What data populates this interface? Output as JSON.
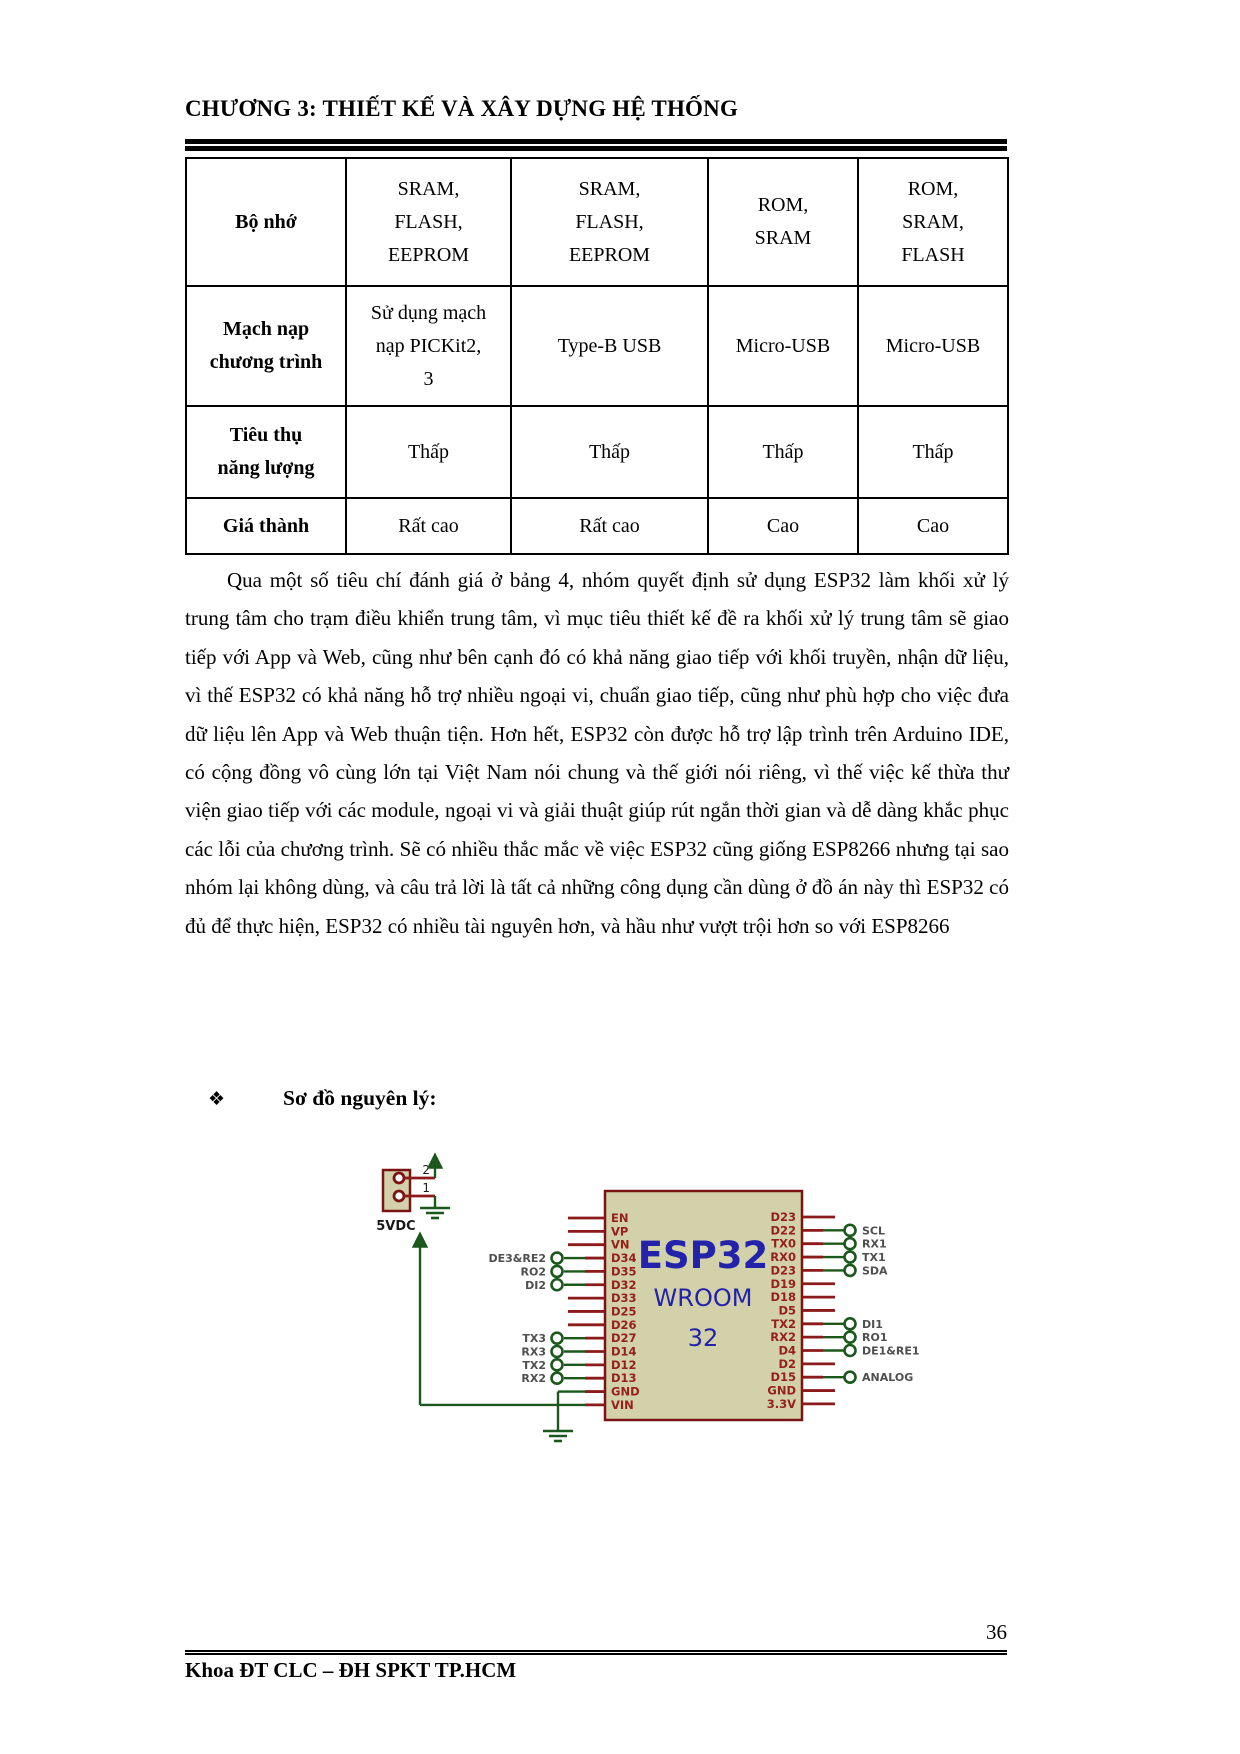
{
  "header": {
    "title": "CHƯƠNG 3: THIẾT KẾ VÀ XÂY DỰNG HỆ THỐNG"
  },
  "comparison_table": {
    "rows": [
      {
        "label": "Bộ nhớ",
        "cells": [
          "SRAM,\nFLASH,\nEEPROM",
          "SRAM,\nFLASH,\nEEPROM",
          "ROM,\nSRAM",
          "ROM,\nSRAM,\nFLASH"
        ]
      },
      {
        "label": "Mạch nạp\nchương trình",
        "cells": [
          "Sử dụng mạch\nnạp PICKit2,\n3",
          "Type-B USB",
          "Micro-USB",
          "Micro-USB"
        ]
      },
      {
        "label": "Tiêu thụ\nnăng lượng",
        "cells": [
          "Thấp",
          "Thấp",
          "Thấp",
          "Thấp"
        ]
      },
      {
        "label": "Giá thành",
        "cells": [
          "Rất cao",
          "Rất cao",
          "Cao",
          "Cao"
        ]
      }
    ]
  },
  "body_paragraph": "Qua một số tiêu chí đánh giá ở bảng 4, nhóm quyết định sử dụng ESP32 làm khối xử lý trung tâm cho trạm điều khiển trung tâm, vì mục tiêu thiết kế đề ra khối xử lý trung tâm sẽ giao tiếp với App và Web, cũng như bên cạnh đó có khả năng giao tiếp với khối truyền, nhận dữ liệu, vì thế ESP32 có khả năng hỗ trợ nhiều ngoại vi, chuẩn giao tiếp, cũng như phù hợp cho việc đưa dữ liệu lên App và Web thuận tiện. Hơn hết, ESP32 còn được hỗ trợ lập trình trên Arduino IDE, có cộng đồng vô cùng lớn tại Việt Nam nói chung và thế giới nói riêng, vì thế việc kế thừa thư viện giao tiếp với các module, ngoại vi và giải thuật giúp rút ngắn thời gian và dễ dàng khắc phục các lỗi của chương trình. Sẽ có nhiều thắc mắc về việc ESP32 cũng giống ESP8266 nhưng tại sao nhóm lại không dùng, và câu trả lời là tất cả những công dụng cần dùng ở đồ án này thì ESP32 có đủ để thực hiện, ESP32 có nhiều tài nguyên hơn, và hầu như vượt trội hơn so với ESP8266",
  "bullet": {
    "marker": "❖",
    "label": "Sơ đồ nguyên lý:"
  },
  "schematic": {
    "chip_title": "ESP32",
    "chip_subtitle": "WROOM",
    "chip_subtitle2": "32",
    "left_pins": [
      "EN",
      "VP",
      "VN",
      "D34",
      "D35",
      "D32",
      "D33",
      "D25",
      "D26",
      "D27",
      "D14",
      "D12",
      "D13",
      "GND",
      "VIN"
    ],
    "right_pins": [
      "D23",
      "D22",
      "TX0",
      "RX0",
      "D23",
      "D19",
      "D18",
      "D5",
      "TX2",
      "RX2",
      "D4",
      "D2",
      "D15",
      "GND",
      "3.3V"
    ],
    "left_terminals": [
      {
        "pin_index": 3,
        "label": "DE3&RE2"
      },
      {
        "pin_index": 4,
        "label": "RO2"
      },
      {
        "pin_index": 5,
        "label": "DI2"
      },
      {
        "pin_index": 9,
        "label": "TX3"
      },
      {
        "pin_index": 10,
        "label": "RX3"
      },
      {
        "pin_index": 11,
        "label": "TX2"
      },
      {
        "pin_index": 12,
        "label": "RX2"
      }
    ],
    "right_terminals": [
      {
        "pin_index": 1,
        "label": "SCL"
      },
      {
        "pin_index": 2,
        "label": "RX1"
      },
      {
        "pin_index": 3,
        "label": "TX1"
      },
      {
        "pin_index": 4,
        "label": "SDA"
      },
      {
        "pin_index": 8,
        "label": "DI1"
      },
      {
        "pin_index": 9,
        "label": "RO1"
      },
      {
        "pin_index": 10,
        "label": "DE1&RE1"
      },
      {
        "pin_index": 12,
        "label": "ANALOG"
      }
    ],
    "connector": {
      "label": "5VDC",
      "pin2": "2",
      "pin1": "1"
    },
    "colors": {
      "chip_fill": "#d3d1a9",
      "chip_border": "#7a1414",
      "pin_text": "#96201c",
      "chip_text": "#2222aa",
      "wire_green": "#1c571c",
      "wire_red": "#8b1a1a",
      "label_gray": "#4f4f4f"
    }
  },
  "footer": {
    "text": "Khoa ĐT CLC – ĐH SPKT TP.HCM",
    "page_number": "36"
  }
}
